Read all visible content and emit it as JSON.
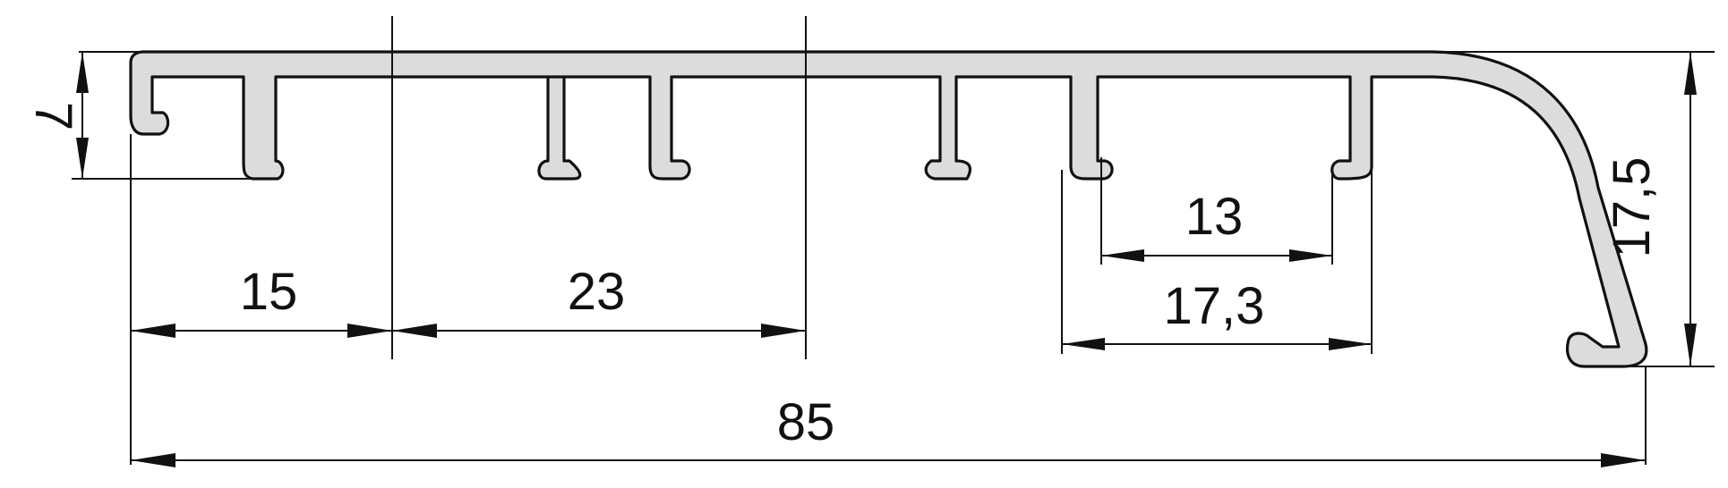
{
  "drawing": {
    "name": "Aluminium profile cross-section with dimensions",
    "colors": {
      "line": "#111111",
      "profile_fill": "#dcdcdc",
      "background": "#ffffff"
    }
  },
  "dimensions": {
    "overall_width": "85",
    "height_front": "17,5",
    "lip_depth": "7",
    "first_slot_spacing": "15",
    "second_slot_spacing": "23",
    "inner_gap": "13",
    "outer_gap": "17,3"
  }
}
